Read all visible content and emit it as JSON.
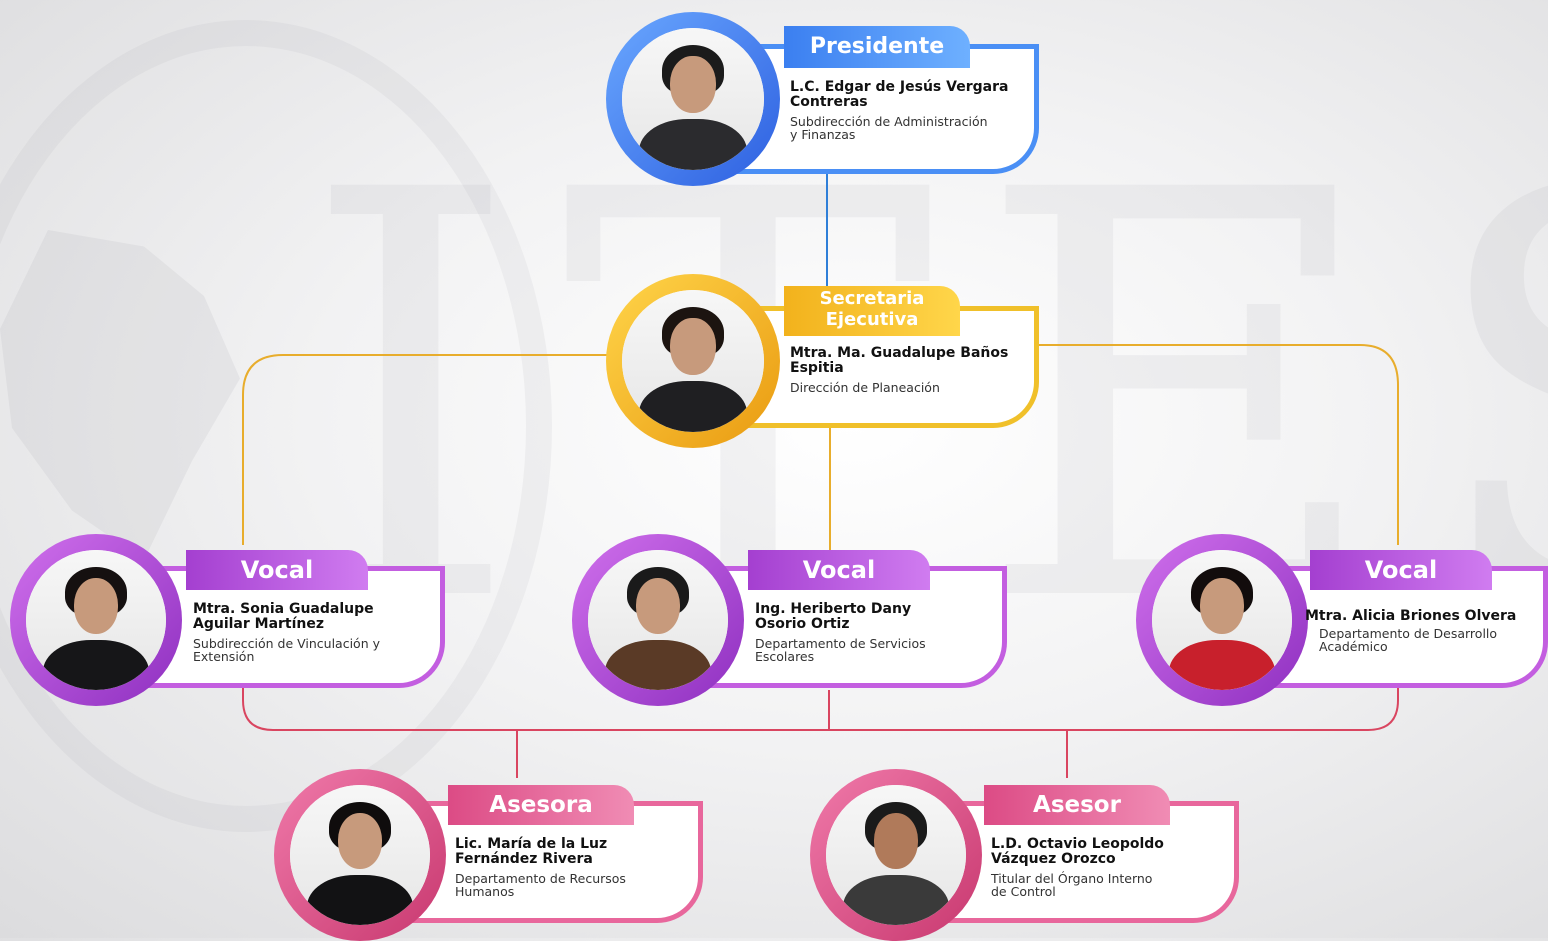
{
  "background": {
    "watermark": "ITESA"
  },
  "colors": {
    "presidente": "#3b7ff0",
    "secretaria": "#f2b21c",
    "vocal": "#b448d4",
    "asesor": "#e0508c",
    "line_gold": "#e8ad2c",
    "line_red": "#d94560",
    "line_blue": "#2f7fd8"
  },
  "members": {
    "presidente": {
      "role": "Presidente",
      "name": "L.C. Edgar de Jesús Vergara Contreras",
      "dept": "Subdirección de Administración y Finanzas",
      "photo": "man-portrait"
    },
    "secretaria": {
      "role": "Secretaria Ejecutiva",
      "name": "Mtra. Ma. Guadalupe Baños Espitia",
      "dept": "Dirección de Planeación",
      "photo": "woman-portrait"
    },
    "vocal1": {
      "role": "Vocal",
      "name": "Mtra. Sonia Guadalupe Aguilar Martínez",
      "dept": "Subdirección de Vinculación y Extensión",
      "photo": "woman-portrait"
    },
    "vocal2": {
      "role": "Vocal",
      "name": "Ing. Heriberto Dany Osorio Ortiz",
      "dept": "Departamento de Servicios Escolares",
      "photo": "man-portrait"
    },
    "vocal3": {
      "role": "Vocal",
      "name": "Mtra. Alicia Briones Olvera",
      "dept": "Departamento de Desarrollo Académico",
      "photo": "woman-portrait"
    },
    "asesora": {
      "role": "Asesora",
      "name": "Lic. María de la Luz Fernández Rivera",
      "dept": "Departamento de Recursos Humanos",
      "photo": "woman-portrait"
    },
    "asesor": {
      "role": "Asesor",
      "name": "L.D. Octavio Leopoldo Vázquez Orozco",
      "dept": "Titular del Órgano Interno de Control",
      "photo": "man-portrait"
    }
  }
}
